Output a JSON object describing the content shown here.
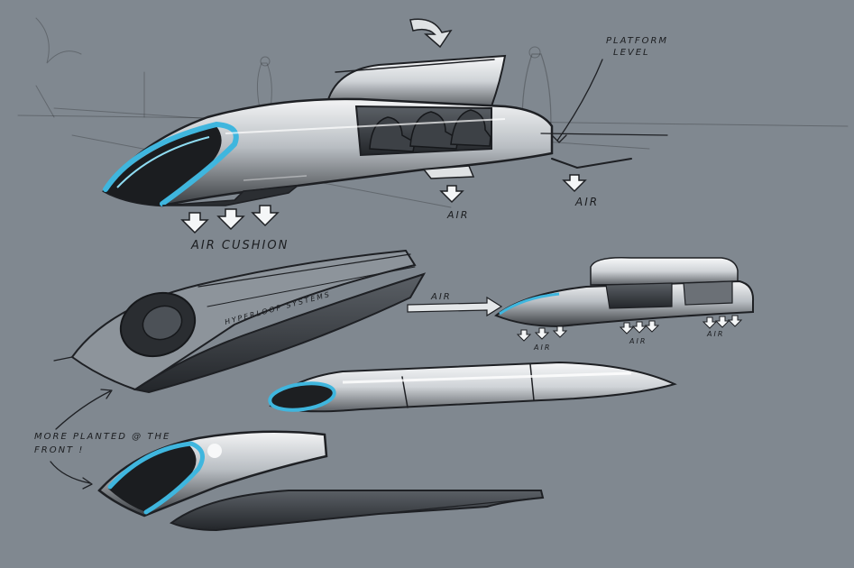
{
  "annotations": {
    "platform_level_1": "PLATFORM",
    "platform_level_2": "LEVEL",
    "air_cushion": "AIR CUSHION",
    "air_mid": "AIR",
    "air_right": "AIR",
    "air_flow": "AIR",
    "air_small_1": "AIR",
    "air_small_2": "AIR",
    "air_small_3": "AIR",
    "system_logo": "HYPERLOOP SYSTEMS",
    "front_note_1": "MORE PLANTED @ THE",
    "front_note_2": "FRONT !"
  },
  "colors": {
    "background": "#808890",
    "ink": "#1e2024",
    "accent_blue": "#3fb6de",
    "body_light": "#e8eaec",
    "arrow_white": "#f4f6f7"
  }
}
